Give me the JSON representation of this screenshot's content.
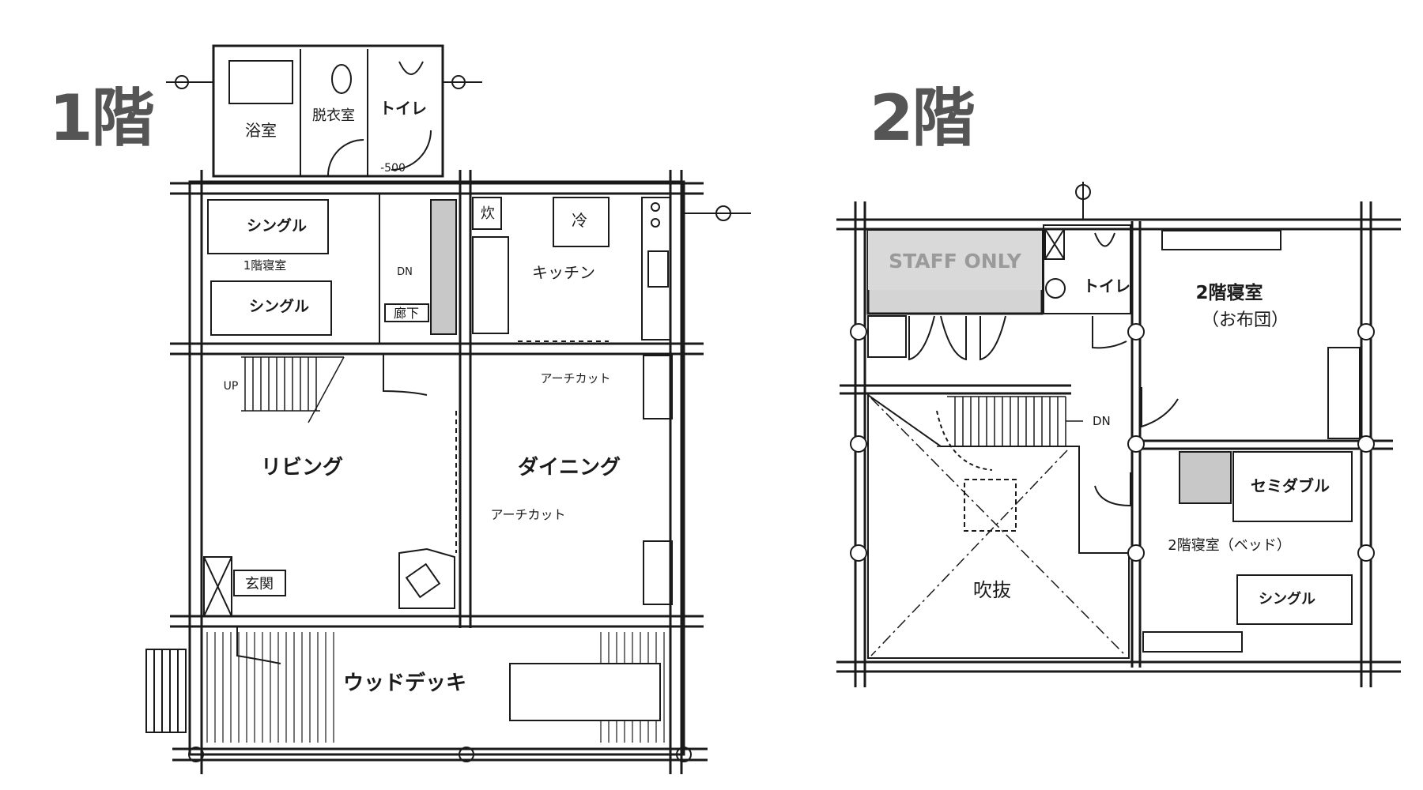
{
  "floor1": {
    "title": "1階",
    "labels": {
      "bath": "浴室",
      "dressing": "脱衣室",
      "toilet": "トイレ",
      "dim_500": "-500",
      "single_a": "シングル",
      "bedroom": "1階寝室",
      "single_b": "シングル",
      "hallway": "廊下",
      "dn": "DN",
      "stove": "炊",
      "fridge": "冷",
      "kitchen": "キッチン",
      "up": "UP",
      "arch_cut_1": "アーチカット",
      "living": "リビング",
      "dining": "ダイニング",
      "arch_cut_2": "アーチカット",
      "entrance": "玄関",
      "deck": "ウッドデッキ"
    }
  },
  "floor2": {
    "title": "2階",
    "labels": {
      "staff": "STAFF ONLY",
      "toilet": "トイレ",
      "bedroom_futon": "2階寝室",
      "futon": "（お布団）",
      "dn": "DN",
      "semidouble": "セミダブル",
      "bedroom_bed": "2階寝室（ベッド）",
      "single": "シングル",
      "void": "吹抜"
    }
  },
  "colors": {
    "line": "#1a1a1a",
    "title": "#555555",
    "gray_fill": "#c8c8c8",
    "staff_fill": "#d4d4d4",
    "staff_text": "#9a9a9a"
  }
}
